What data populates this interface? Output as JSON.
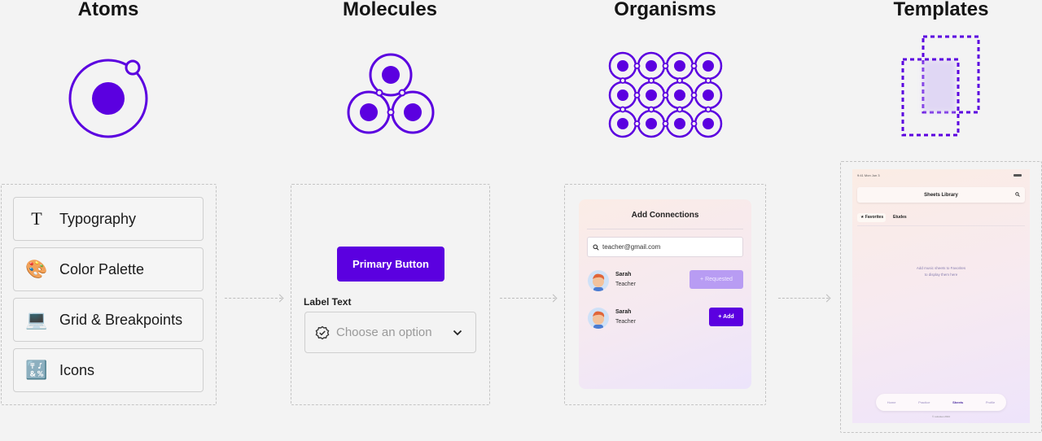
{
  "columns": {
    "atoms": "Atoms",
    "molecules": "Molecules",
    "organisms": "Organisms",
    "templates": "Templates"
  },
  "colors": {
    "accent": "#5b00e0",
    "background": "#f3f3f3"
  },
  "atoms": {
    "items": [
      {
        "icon": "typography-icon",
        "glyph": "T",
        "label": "Typography"
      },
      {
        "icon": "palette-icon",
        "glyph": "🎨",
        "label": "Color Palette"
      },
      {
        "icon": "laptop-icon",
        "glyph": "💻",
        "label": "Grid & Breakpoints"
      },
      {
        "icon": "symbols-icon",
        "glyph": "🔣",
        "label": "Icons"
      }
    ]
  },
  "molecules": {
    "primary_button": "Primary Button",
    "label_text": "Label Text",
    "select_placeholder": "Choose an option"
  },
  "organism": {
    "title": "Add Connections",
    "search_value": "teacher@gmail.com",
    "rows": [
      {
        "name": "Sarah",
        "role": "Teacher",
        "action": "+ Requested"
      },
      {
        "name": "Sarah",
        "role": "Teacher",
        "action": "+ Add"
      }
    ]
  },
  "template": {
    "status": "9:41  Mon Jun 3",
    "header": "Sheets Library",
    "tabs": [
      "Favorites",
      "Etudes"
    ],
    "empty_line1": "Add music sheets to Favorites",
    "empty_line2": "to display them here",
    "nav": [
      "Home",
      "Practice",
      "Sheets",
      "Profile"
    ],
    "footer": "© outsoleo 2024"
  }
}
